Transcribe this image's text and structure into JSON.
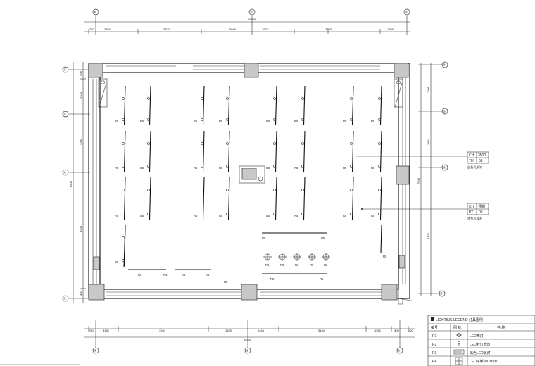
{
  "drawing": {
    "grid": {
      "top_x": [
        "⑥",
        "⑬",
        "⑮"
      ],
      "bottom_x": [
        "⑭",
        "⑬",
        "⑥"
      ],
      "left_y": [
        "⑭",
        "⑬",
        "⑮",
        "⑰"
      ],
      "right_y": [
        "⑯",
        "⑮",
        "⑬",
        "⑯"
      ]
    },
    "dimensions": {
      "top_total": "15905",
      "top_segments": [
        "250",
        "2550",
        "3200",
        "5045",
        "1675",
        "2655",
        "1926"
      ],
      "bottom_total": "15905",
      "bottom_segments": [
        "250",
        "3165",
        "3264",
        "1825",
        "1465",
        "3440",
        "1135",
        "300",
        "100"
      ],
      "left_total": "8900",
      "left_segments": [
        "400",
        "2400",
        "3200",
        "3200",
        "400"
      ],
      "right_total": "7900",
      "right_segments": [
        "1008",
        "2804",
        "6306"
      ]
    },
    "fixture_labels": {
      "r5": "R5",
      "r6": "R6",
      "r3": "R3"
    },
    "tags": [
      {
        "key1": "CH",
        "val1": "3500",
        "key2": "TH",
        "val2": "01",
        "note": "白色乳胶漆"
      },
      {
        "key1": "CH",
        "val1": "顶棚",
        "key2": "PT",
        "val2": "02",
        "note": "黑色乳胶漆"
      }
    ],
    "legend": {
      "title": "LIGHTING LEGEND 灯具图例",
      "col_no": "编号",
      "col_icon": "图 标",
      "col_desc": "名 称",
      "rows": [
        {
          "no": "R1",
          "icon": "downlight-icon",
          "desc": "LED筒灯"
        },
        {
          "no": "R2",
          "icon": "spotlight-icon",
          "desc": "LED射灯筒灯"
        },
        {
          "no": "R3",
          "icon": "strip-icon",
          "desc": "黑色LED轨灯"
        },
        {
          "no": "R4",
          "icon": "panel-icon",
          "desc": "LED平板600×600"
        }
      ]
    }
  }
}
